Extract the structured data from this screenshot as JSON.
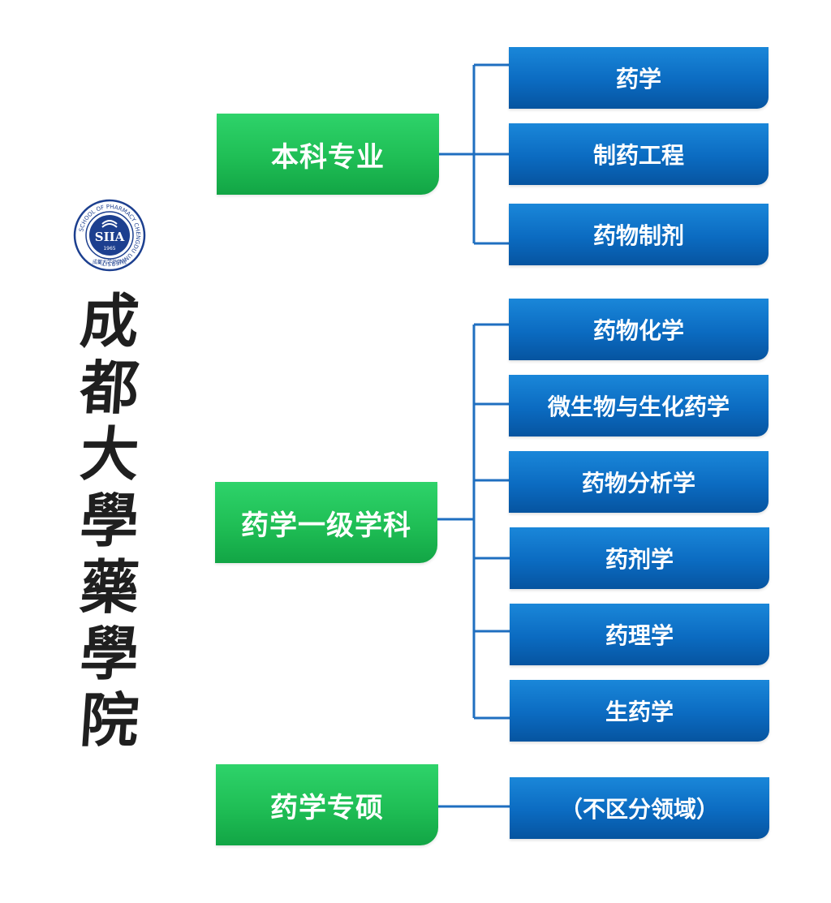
{
  "school": {
    "logo": {
      "ring_text": "SCHOOL OF PHARMACY CHENGDU UNIVERSITY",
      "center_text": "SIIA",
      "year": "1965",
      "bottom_text": "成都大学药学院",
      "color": "#1c3f8f"
    },
    "title_chars": [
      "成",
      "都",
      "大",
      "學",
      "藥",
      "學",
      "院"
    ]
  },
  "colors": {
    "green": "#1fbe55",
    "blue": "#0b6bc1",
    "connector": "#1f6fc0"
  },
  "groups": [
    {
      "label": "本科专业",
      "items": [
        "药学",
        "制药工程",
        "药物制剂"
      ]
    },
    {
      "label": "药学一级学科",
      "items": [
        "药物化学",
        "微生物与生化药学",
        "药物分析学",
        "药剂学",
        "药理学",
        "生药学"
      ]
    },
    {
      "label": "药学专硕",
      "items": [
        "（不区分领域）"
      ]
    }
  ]
}
